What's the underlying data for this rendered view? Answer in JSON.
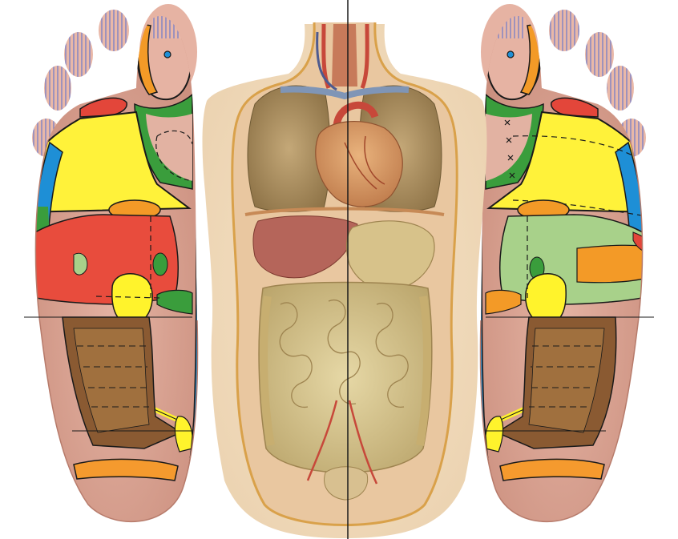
{
  "figure": {
    "panels": [
      "left-foot-sole-reflexology-map",
      "torso-internal-organs",
      "right-foot-sole-reflexology-map"
    ],
    "colors": {
      "background": "#ffffff",
      "skin_light": "#e9c6b4",
      "skin_mid": "#d9a592",
      "skin_dark": "#c98c7b",
      "torso_skin": "#f1dcc0",
      "torso_outline": "#d9a14a",
      "spine_blue": "#1e8fd6",
      "head_orange": "#f39a27",
      "neck_green": "#3a9d3c",
      "lung_yellow": "#fff23a",
      "stomach_red": "#e84c3d",
      "liver_red": "#d63a2c",
      "kidney_yellow": "#fff32c",
      "intestine_brown": "#8a5a32",
      "light_green": "#a8d18a",
      "shoulder_red": "#e3463a",
      "pelvis_orange": "#f59a2e",
      "toe_stripes": "#6d78c9",
      "midline": "#1a1a1a",
      "organ_lung": "#a88c5e",
      "organ_heart": "#d8a06a",
      "organ_liver": "#b5655a",
      "organ_intestine": "#d9c48a"
    },
    "icons": [
      "left-foot-icon",
      "right-foot-icon",
      "torso-organs-icon"
    ]
  }
}
